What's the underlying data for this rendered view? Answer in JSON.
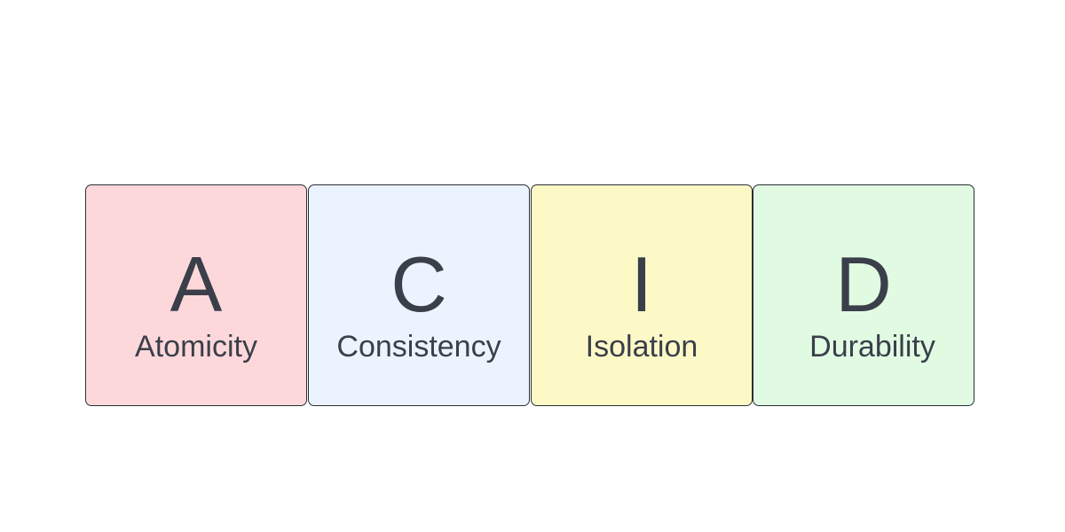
{
  "tiles": [
    {
      "letter": "A",
      "word": "Atomicity",
      "color": "#fdd8db"
    },
    {
      "letter": "C",
      "word": "Consistency",
      "color": "#ebf3ff"
    },
    {
      "letter": "I",
      "word": "Isolation",
      "color": "#fcf9c7"
    },
    {
      "letter": "D",
      "word": "Durability",
      "color": "#e1fbe3"
    }
  ],
  "colors": {
    "border": "#2b2f36",
    "text": "#3a3f4a",
    "background": "#ffffff"
  }
}
